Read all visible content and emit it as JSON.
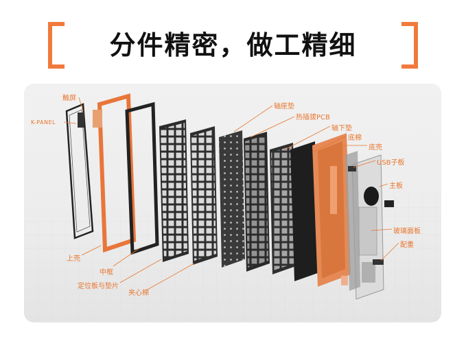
{
  "title": "分件精密，做工精细",
  "colors": {
    "accent": "#f07a3c",
    "label": "#e8762e",
    "frame_orange": "#e8763a",
    "dark": "#2a2a2a"
  },
  "labels": {
    "touch_screen": "触屏",
    "k_panel": "K-PANEL",
    "top_case": "上壳",
    "middle_frame": "中框",
    "plate_gasket": "定位板与垫片",
    "sandwich_foam": "夹心棉",
    "switch_pad": "轴座垫",
    "hotswap_pcb": "热插拔PCB",
    "switch_bottom_pad": "轴下垫",
    "bottom_foam": "底棉",
    "bottom_case": "底壳",
    "usb_board": "USB子板",
    "main_board": "主板",
    "glass_panel": "玻璃面板",
    "weight": "配重"
  }
}
